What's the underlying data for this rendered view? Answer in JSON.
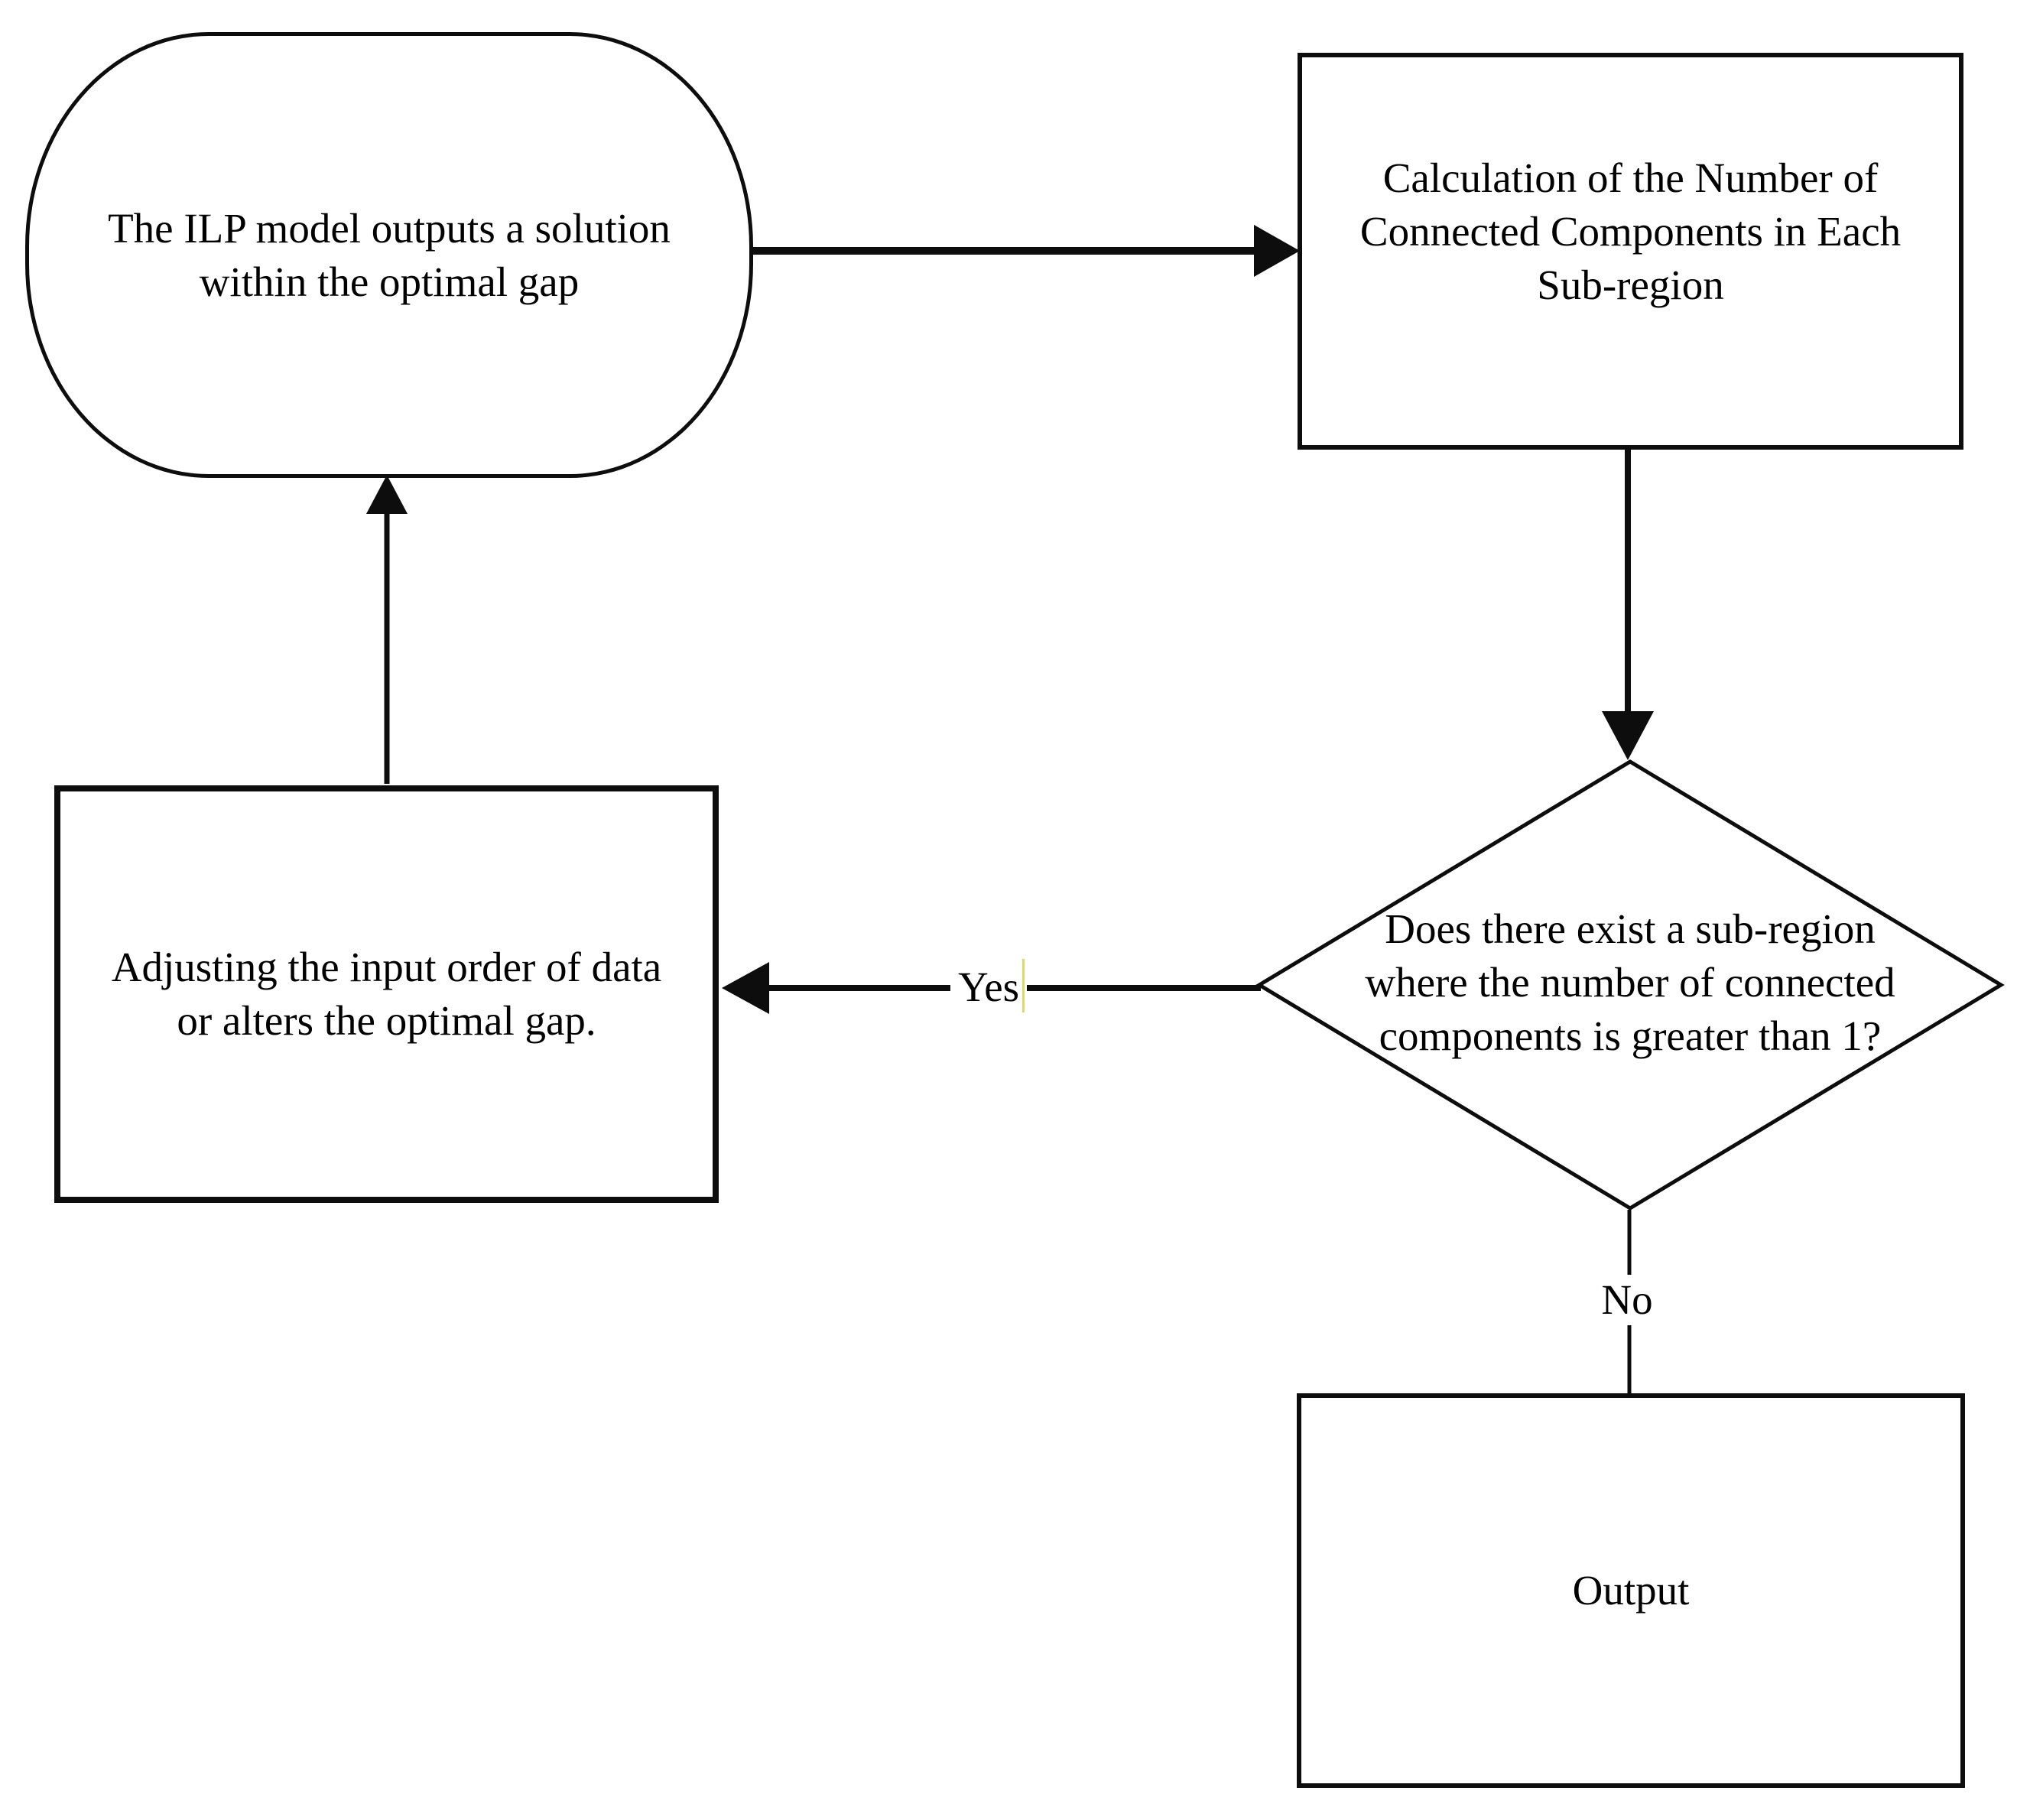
{
  "diagram": {
    "type": "flowchart",
    "background": "#ffffff",
    "line_color": "#0d0d0d",
    "nodes": [
      {
        "id": "ilp-solution",
        "shape": "terminator",
        "lines": [
          "The ILP model outputs a solution",
          "within the optimal gap"
        ]
      },
      {
        "id": "calc-connected-components",
        "shape": "process",
        "lines": [
          "Calculation of the Number of",
          "Connected Components in Each",
          "Sub-region"
        ]
      },
      {
        "id": "subregion-decision",
        "shape": "decision",
        "lines": [
          "Does there exist a sub-region",
          "where the number of connected",
          "components is greater than 1?"
        ]
      },
      {
        "id": "adjust-input",
        "shape": "process",
        "lines": [
          "Adjusting the input order of data",
          "or alters the optimal gap."
        ]
      },
      {
        "id": "output",
        "shape": "process",
        "lines": [
          "Output"
        ]
      }
    ],
    "edge_labels": {
      "yes": "Yes",
      "no": "No"
    }
  }
}
